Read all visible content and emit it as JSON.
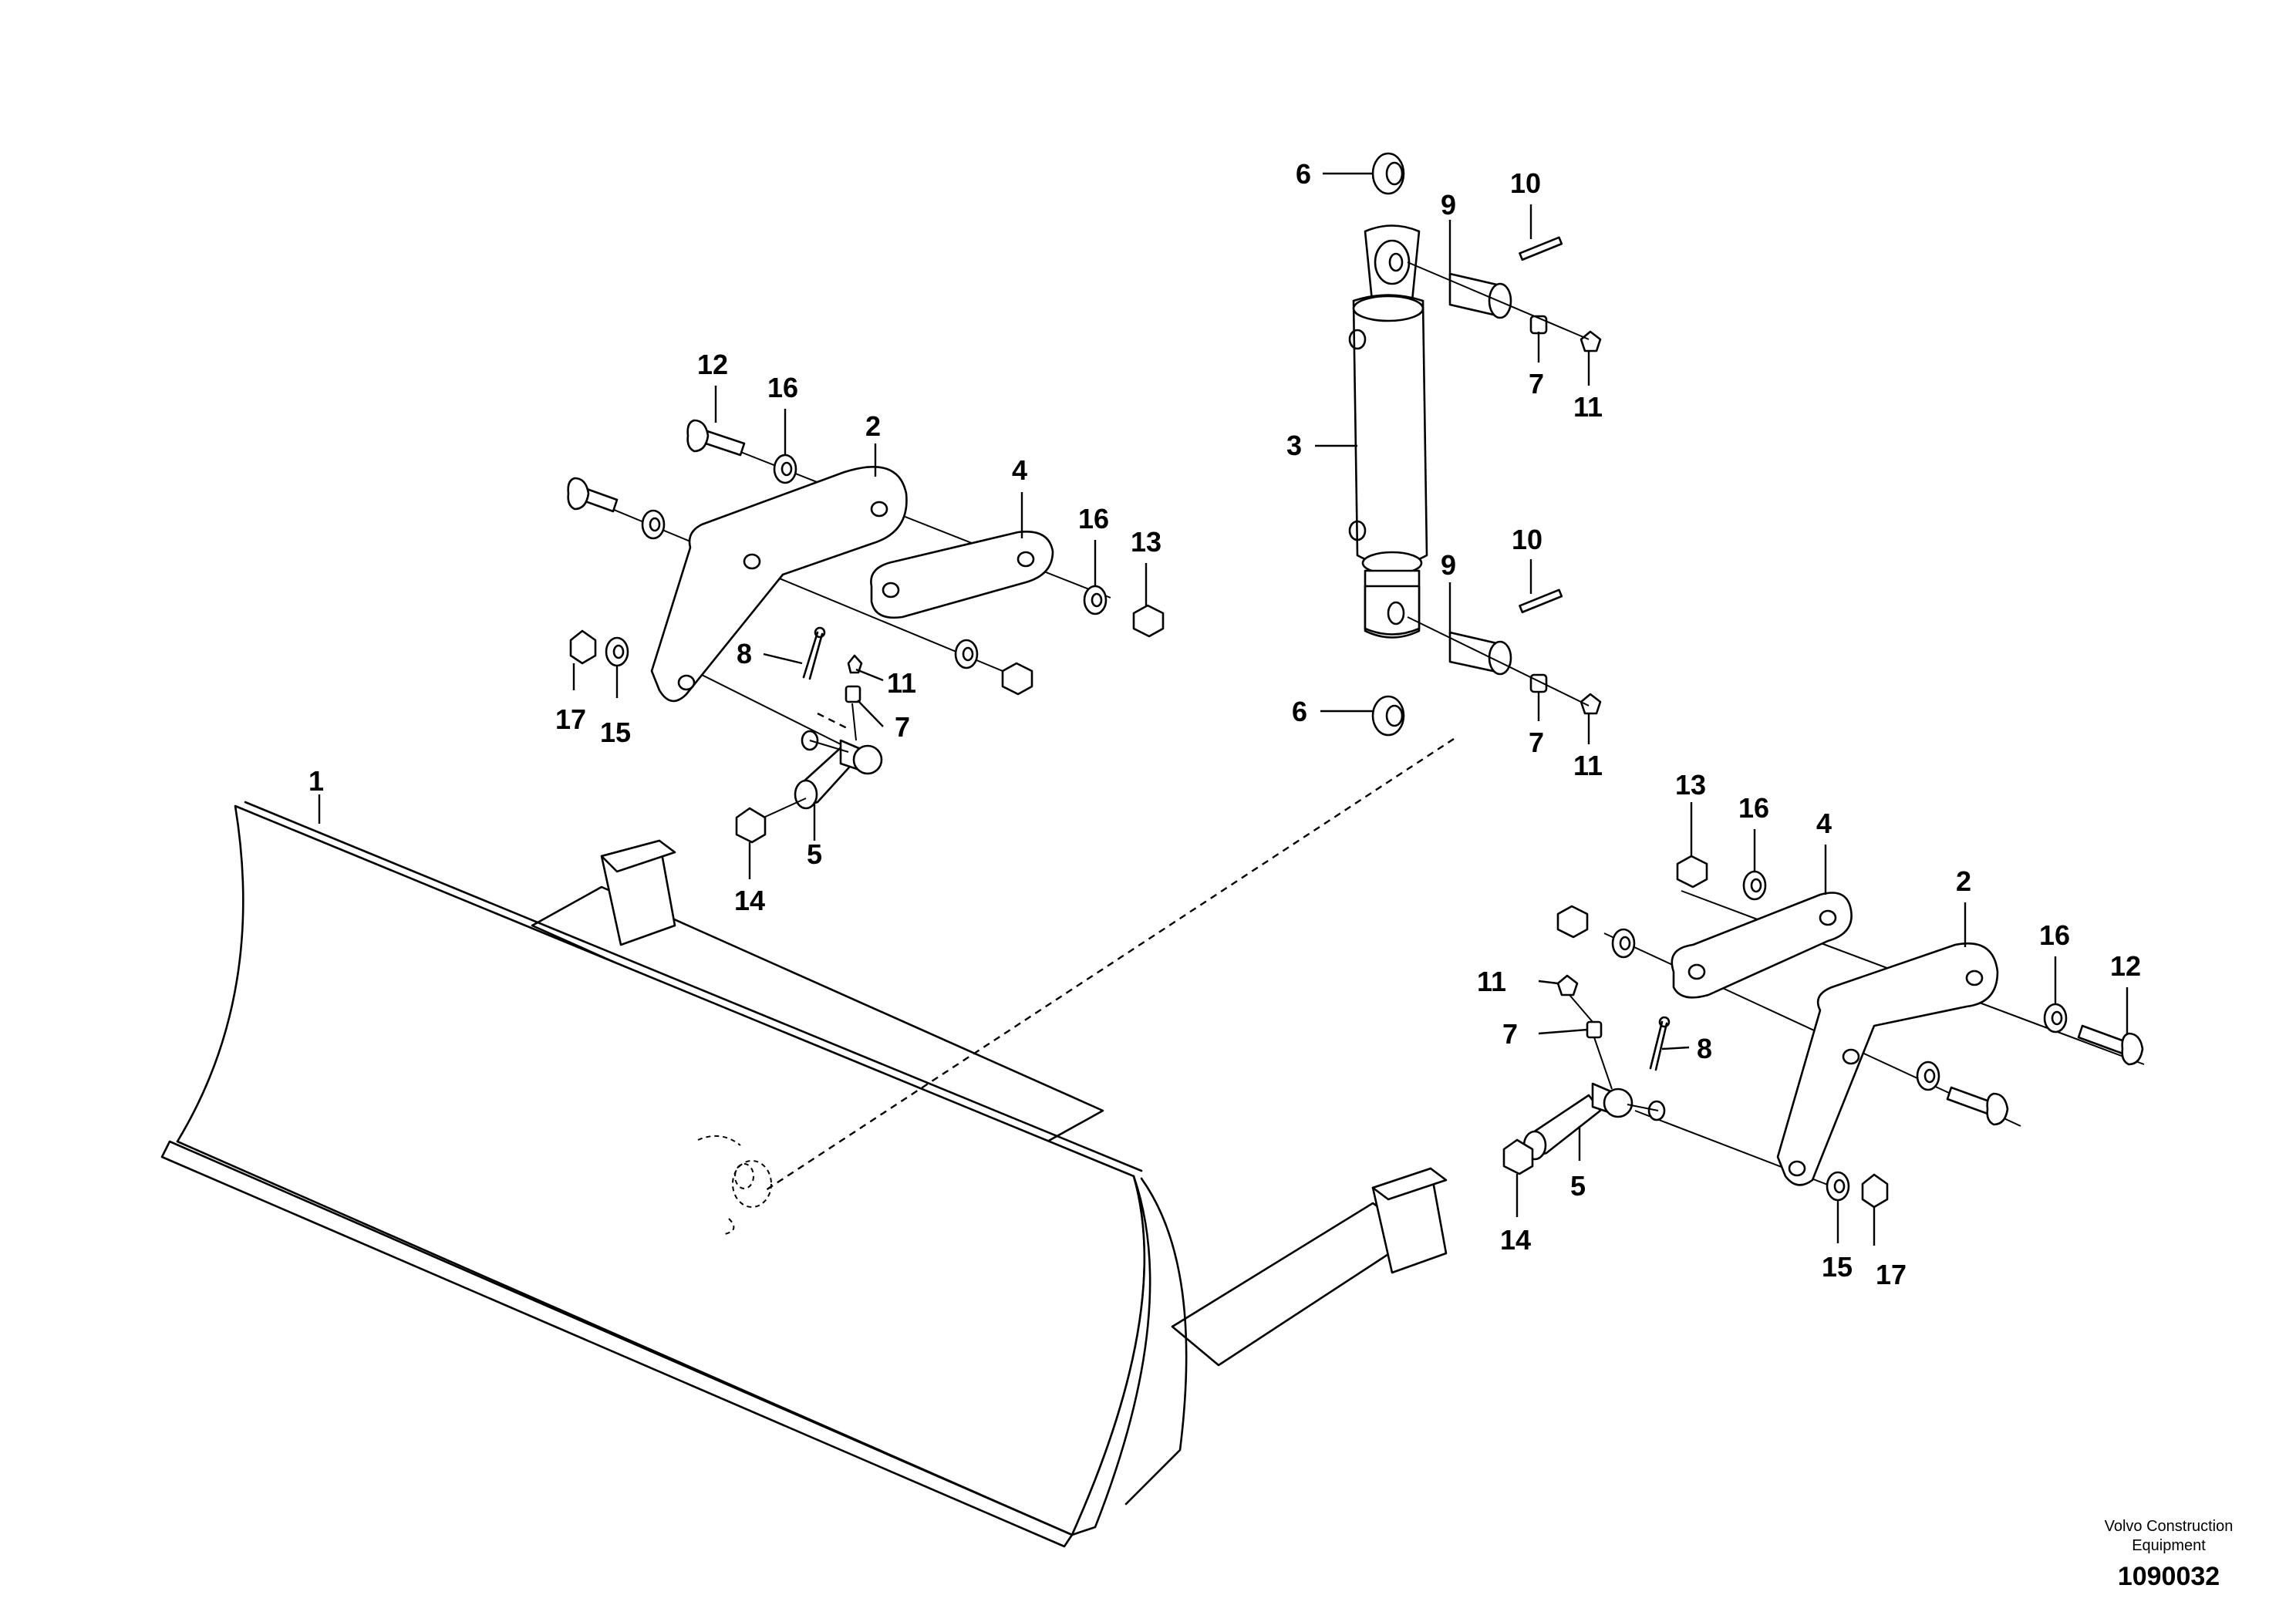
{
  "callouts": {
    "blade": "1",
    "bracket": "2",
    "cylinder": "3",
    "link": "4",
    "ball_joint": "5",
    "bushing": "6",
    "grease_nipple": "7",
    "cotter_pin": "8",
    "pin": "9",
    "spring_pin": "10",
    "cap": "11",
    "bolt": "12",
    "nut": "13",
    "nut_14": "14",
    "washer_15": "15",
    "washer_16": "16",
    "nut_17": "17"
  },
  "footer": {
    "credit_line1": "Volvo Construction",
    "credit_line2": "Equipment",
    "drawing_number": "1090032"
  }
}
